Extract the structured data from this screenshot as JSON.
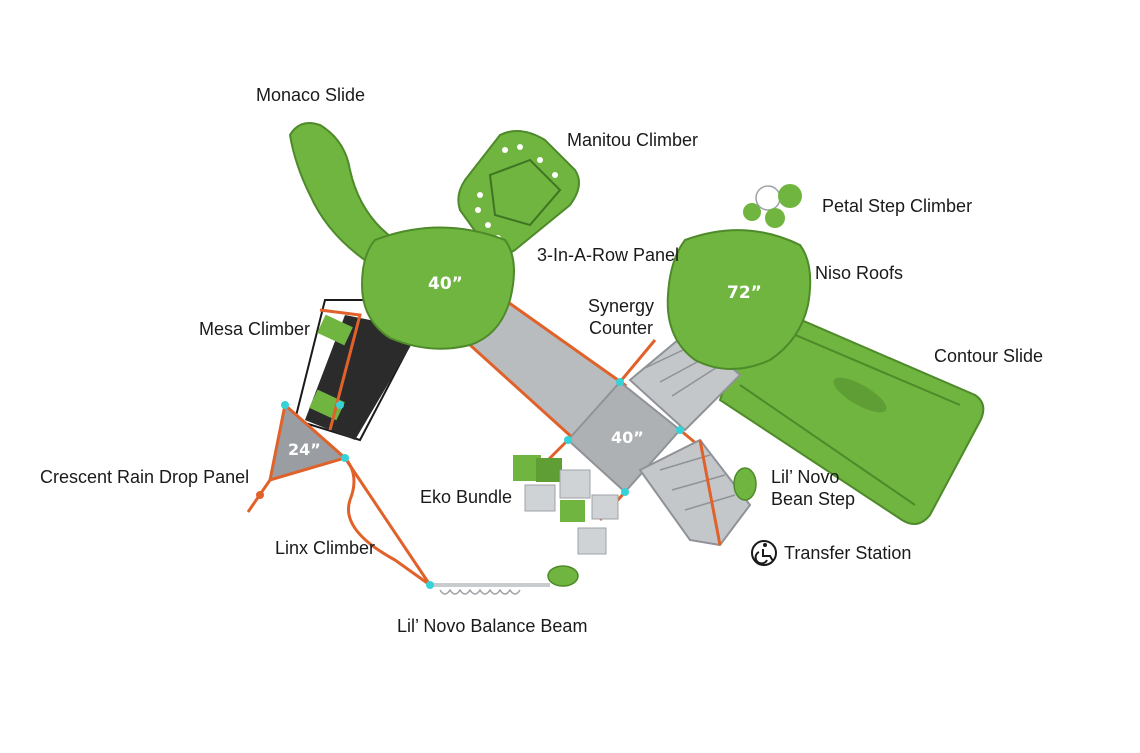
{
  "colors": {
    "green": "#6fb53f",
    "green_dark": "#4e8a2a",
    "orange": "#e0622a",
    "deck_gray": "#b9bcbf",
    "deck_dark": "#2b2b2b",
    "cyan": "#35d3d8"
  },
  "components": {
    "monaco_slide": "Monaco Slide",
    "manitou_climber": "Manitou Climber",
    "petal_step_climber": "Petal Step Climber",
    "three_in_a_row_panel": "3-In-A-Row Panel",
    "niso_roofs": "Niso Roofs",
    "mesa_climber": "Mesa Climber",
    "synergy_counter": "Synergy Counter",
    "contour_slide": "Contour Slide",
    "crescent_rain_drop_panel": "Crescent Rain Drop Panel",
    "eko_bundle": "Eko Bundle",
    "lil_novo_bean_step": "Lil’ Novo Bean Step",
    "linx_climber": "Linx Climber",
    "transfer_station": "Transfer Station",
    "lil_novo_balance_beam": "Lil’ Novo Balance Beam"
  },
  "deck_heights": {
    "left_tower": "40”",
    "right_tower": "72”",
    "center_deck": "40”",
    "triangle_deck": "24”"
  },
  "icons": {
    "accessibility": "wheelchair-icon"
  }
}
